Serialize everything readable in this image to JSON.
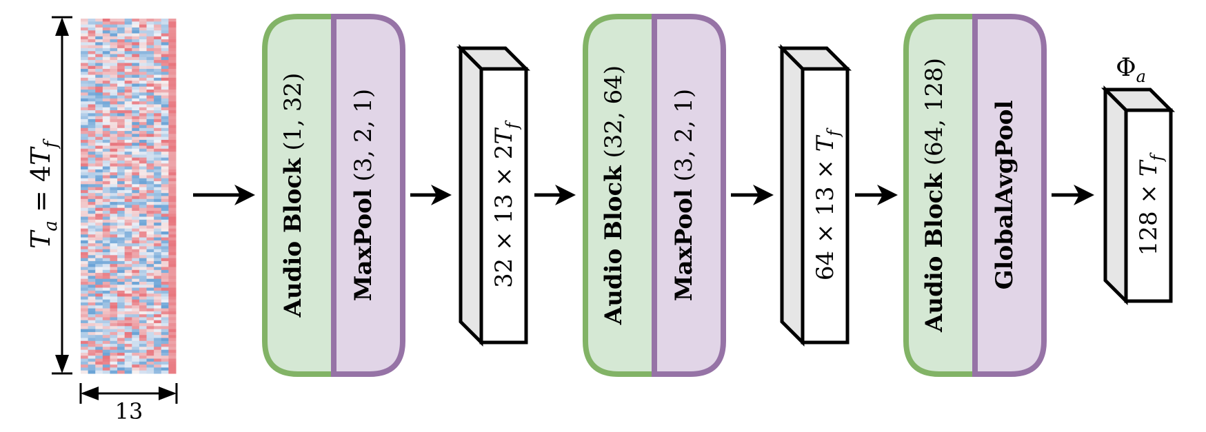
{
  "input": {
    "height_label_var": "T",
    "height_label_sub": "a",
    "height_label_rest": " = 4",
    "height_label_var2": "T",
    "height_label_sub2": "f",
    "width_label": "13"
  },
  "stages": [
    {
      "block_name": "Audio Block",
      "block_args": "(1, 32)",
      "pool_name": "MaxPool",
      "pool_args": "(3, 2, 1)"
    },
    {
      "block_name": "Audio Block",
      "block_args": "(32, 64)",
      "pool_name": "MaxPool",
      "pool_args": "(3, 2, 1)"
    },
    {
      "block_name": "Audio Block",
      "block_args": "(64, 128)",
      "pool_name": "GlobalAvgPool",
      "pool_args": ""
    }
  ],
  "tensors": [
    {
      "shape_text": "32 × 13 × 2",
      "var": "T",
      "sub": "f"
    },
    {
      "shape_text": "64 × 13 × ",
      "var": "T",
      "sub": "f"
    },
    {
      "shape_text": "128 × ",
      "var": "T",
      "sub": "f"
    }
  ],
  "output": {
    "name": "Φ",
    "sub": "a"
  },
  "colors": {
    "block_fill": "#d5e8d4",
    "block_stroke": "#82b366",
    "pool_fill": "#e1d5e7",
    "pool_stroke": "#9673a6",
    "tensor_front": "#ffffff",
    "tensor_side": "#e6e6e6",
    "heatmap_red": "#e8747c",
    "heatmap_blue": "#6aa3d6"
  }
}
